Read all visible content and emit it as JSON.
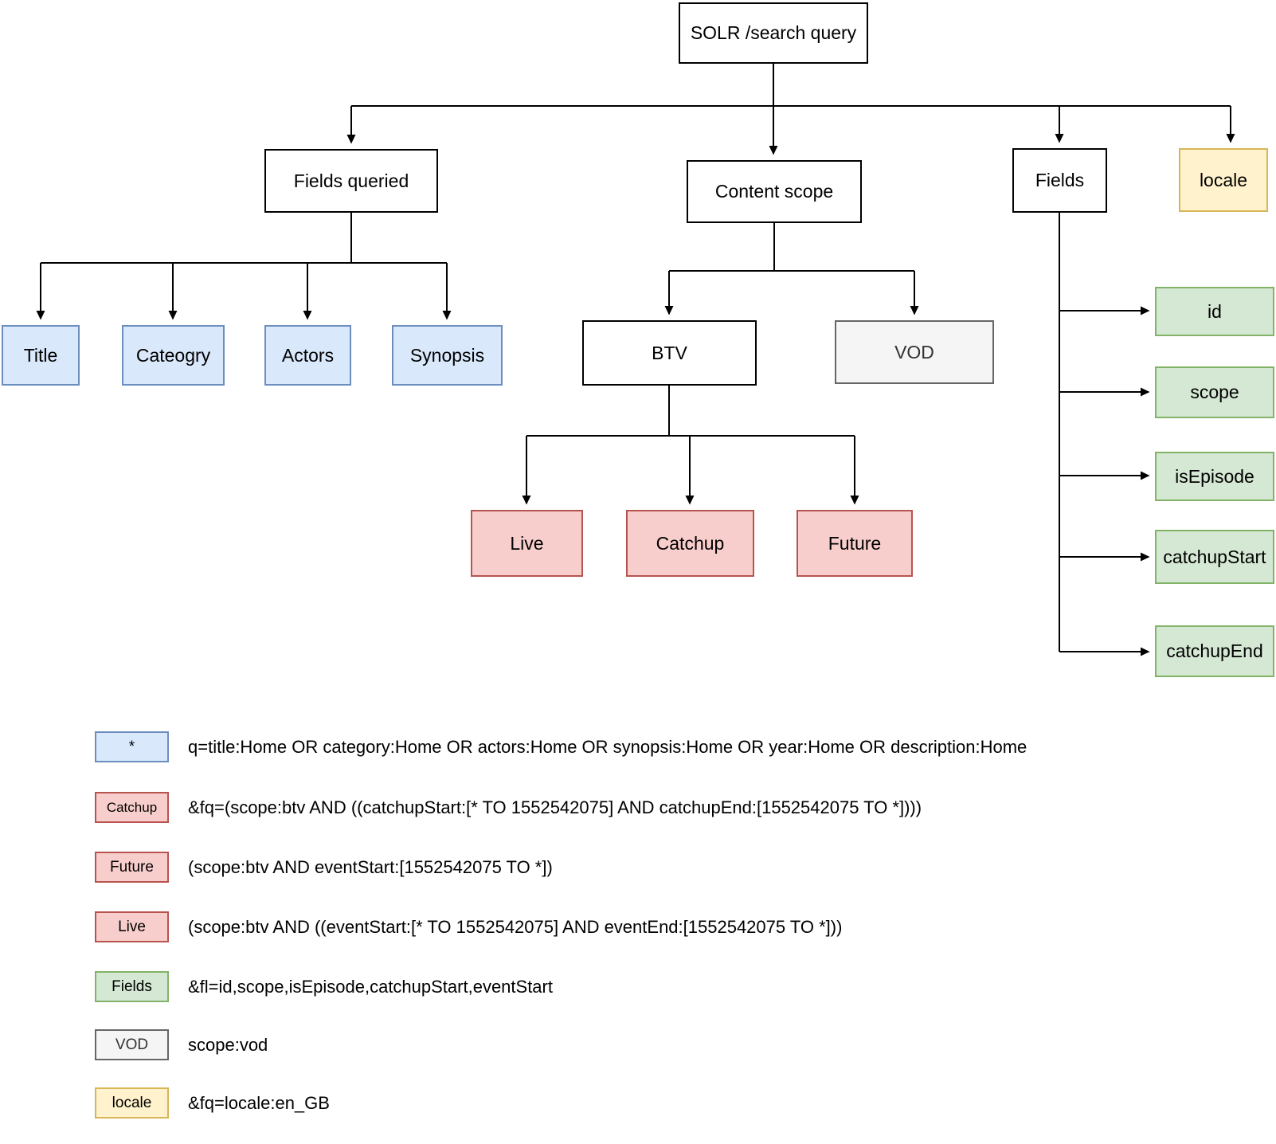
{
  "diagram_title": "SOLR /search query",
  "nodes": {
    "root": "SOLR /search query",
    "fields_queried": "Fields queried",
    "content_scope": "Content scope",
    "fields": "Fields",
    "locale": "locale",
    "title": "Title",
    "cateogry": "Cateogry",
    "actors": "Actors",
    "synopsis": "Synopsis",
    "btv": "BTV",
    "vod": "VOD",
    "live": "Live",
    "catchup": "Catchup",
    "future": "Future",
    "id": "id",
    "scope": "scope",
    "isEpisode": "isEpisode",
    "catchupStart": "catchupStart",
    "catchupEnd": "catchupEnd"
  },
  "hierarchy": {
    "root": "SOLR /search query",
    "children": [
      {
        "label": "Fields queried",
        "children": [
          "Title",
          "Cateogry",
          "Actors",
          "Synopsis"
        ]
      },
      {
        "label": "Content scope",
        "children": [
          {
            "label": "BTV",
            "children": [
              "Live",
              "Catchup",
              "Future"
            ]
          },
          {
            "label": "VOD"
          }
        ]
      },
      {
        "label": "Fields",
        "children": [
          "id",
          "scope",
          "isEpisode",
          "catchupStart",
          "catchupEnd"
        ]
      },
      {
        "label": "locale"
      }
    ]
  },
  "legend": [
    {
      "label": "*",
      "style": "blue",
      "text": "q=title:Home OR category:Home OR actors:Home OR synopsis:Home OR year:Home OR description:Home"
    },
    {
      "label": "Catchup",
      "style": "red",
      "text": "&fq=(scope:btv AND ((catchupStart:[* TO 1552542075] AND catchupEnd:[1552542075 TO *])))"
    },
    {
      "label": "Future",
      "style": "red",
      "text": "(scope:btv AND eventStart:[1552542075 TO *])"
    },
    {
      "label": "Live",
      "style": "red",
      "text": "(scope:btv AND ((eventStart:[* TO 1552542075] AND eventEnd:[1552542075 TO *]))"
    },
    {
      "label": "Fields",
      "style": "green",
      "text": "&fl=id,scope,isEpisode,catchupStart,eventStart"
    },
    {
      "label": "VOD",
      "style": "gray",
      "text": "scope:vod"
    },
    {
      "label": "locale",
      "style": "yellow",
      "text": "&fq=locale:en_GB"
    }
  ],
  "colors": {
    "blue_fill": "#dae8fc",
    "blue_border": "#6c8ebf",
    "red_fill": "#f8cecc",
    "red_border": "#b85450",
    "green_fill": "#d5e8d4",
    "green_border": "#82b366",
    "yellow_fill": "#fff2cc",
    "yellow_border": "#d6b656",
    "gray_fill": "#f5f5f5",
    "gray_border": "#666666",
    "line": "#000000"
  }
}
